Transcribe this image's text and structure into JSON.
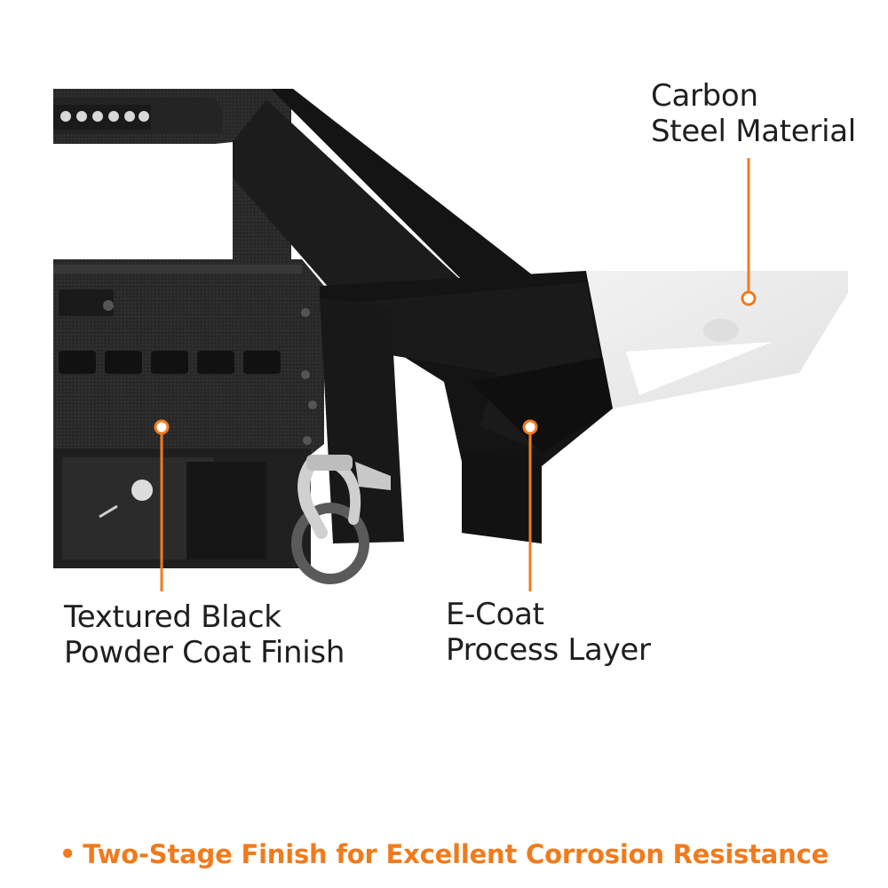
{
  "callouts": {
    "carbon_steel": {
      "line1": "Carbon",
      "line2": "Steel Material"
    },
    "powder_coat": {
      "line1": "Textured Black",
      "line2": "Powder Coat Finish"
    },
    "ecoat": {
      "line1": "E-Coat",
      "line2": "Process Layer"
    }
  },
  "footer": {
    "bullet": "•",
    "text": "Two-Stage Finish for Excellent Corrosion Resistance"
  },
  "colors": {
    "accent": "#f07b1d",
    "text": "#1f1f1f",
    "steel_black": "#161616",
    "raw_steel": "#e9e9e9"
  }
}
